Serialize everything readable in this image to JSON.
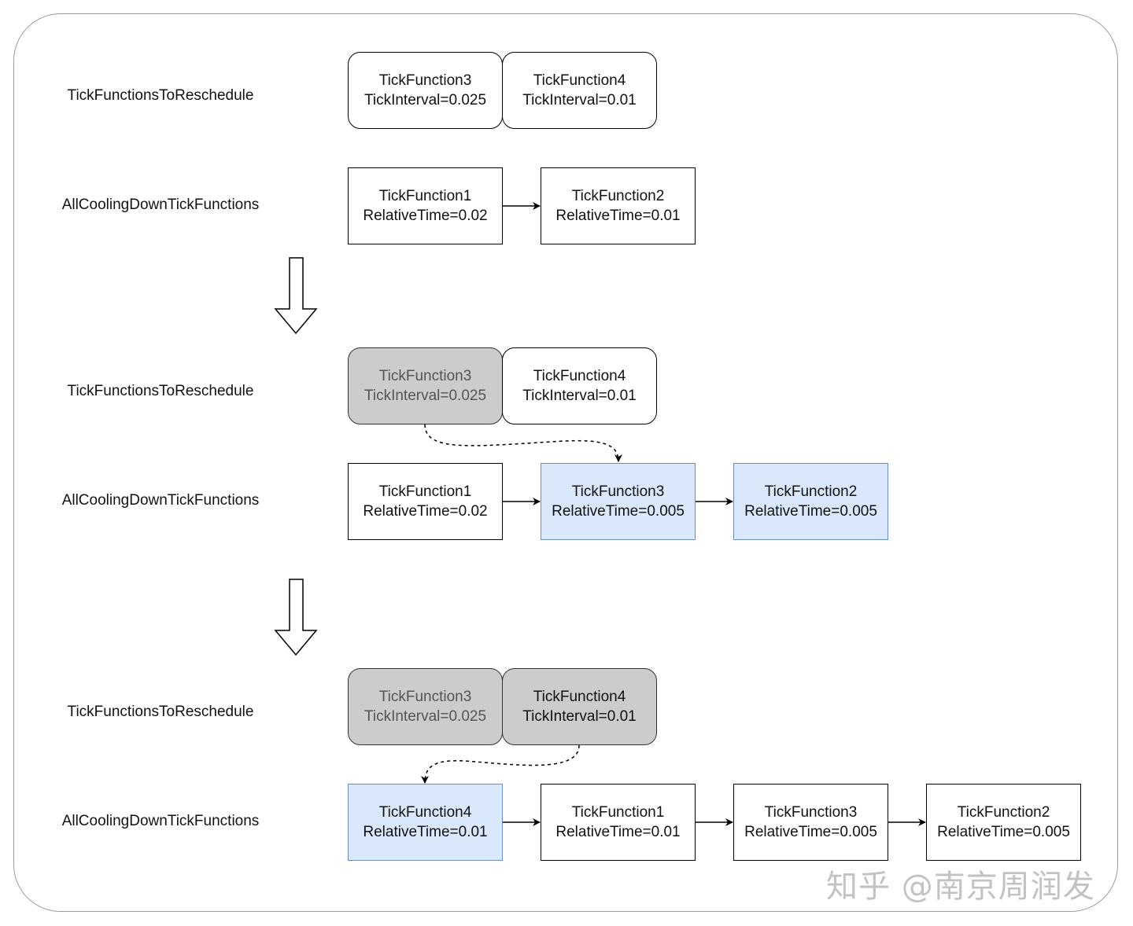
{
  "labels": {
    "reschedule": "TickFunctionsToReschedule",
    "cooling": "AllCoolingDownTickFunctions"
  },
  "stage1": {
    "reschedule": [
      {
        "name": "TickFunction3",
        "value": "TickInterval=0.025"
      },
      {
        "name": "TickFunction4",
        "value": "TickInterval=0.01"
      }
    ],
    "cooling": [
      {
        "name": "TickFunction1",
        "value": "RelativeTime=0.02"
      },
      {
        "name": "TickFunction2",
        "value": "RelativeTime=0.01"
      }
    ]
  },
  "stage2": {
    "reschedule": [
      {
        "name": "TickFunction3",
        "value": "TickInterval=0.025"
      },
      {
        "name": "TickFunction4",
        "value": "TickInterval=0.01"
      }
    ],
    "cooling": [
      {
        "name": "TickFunction1",
        "value": "RelativeTime=0.02"
      },
      {
        "name": "TickFunction3",
        "value": "RelativeTime=0.005"
      },
      {
        "name": "TickFunction2",
        "value": "RelativeTime=0.005"
      }
    ]
  },
  "stage3": {
    "reschedule": [
      {
        "name": "TickFunction3",
        "value": "TickInterval=0.025"
      },
      {
        "name": "TickFunction4",
        "value": "TickInterval=0.01"
      }
    ],
    "cooling": [
      {
        "name": "TickFunction4",
        "value": "RelativeTime=0.01"
      },
      {
        "name": "TickFunction1",
        "value": "RelativeTime=0.01"
      },
      {
        "name": "TickFunction3",
        "value": "RelativeTime=0.005"
      },
      {
        "name": "TickFunction2",
        "value": "RelativeTime=0.005"
      }
    ]
  },
  "colors": {
    "processed": "#cccccc",
    "inserted": "#dae8fc",
    "inserted_border": "#6c8ebf"
  },
  "watermark": "知乎 @南京周润发"
}
